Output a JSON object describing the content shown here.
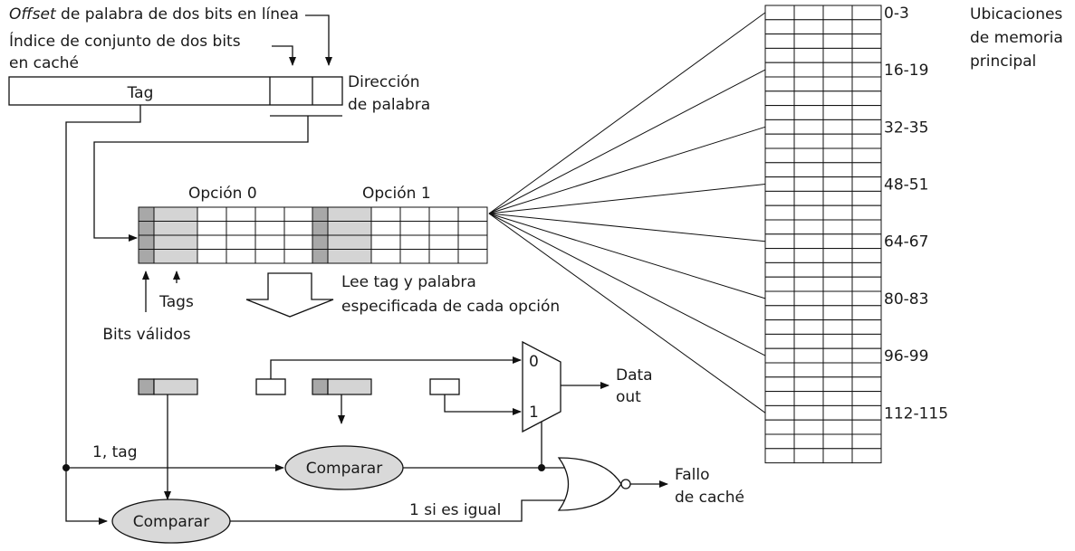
{
  "labels": {
    "offset_italic": "Offset",
    "offset_rest": " de palabra de dos bits en línea",
    "index_line1": "Índice de conjunto de dos bits",
    "index_line2": "en caché",
    "tag": "Tag",
    "address_line1": "Dirección",
    "address_line2": "de palabra",
    "option0": "Opción 0",
    "option1": "Opción 1",
    "read_line1": "Lee tag y palabra",
    "read_line2": "especificada de cada opción",
    "tags": "Tags",
    "valid_bits": "Bits válidos",
    "one_tag": "1, tag",
    "compare_top": "Comparar",
    "compare_bottom": "Comparar",
    "equal": "1 si es igual",
    "mux0": "0",
    "mux1": "1",
    "data_out_line1": "Data",
    "data_out_line2": "out",
    "miss_line1": "Fallo",
    "miss_line2": "de caché",
    "memory_title_line1": "Ubicaciones",
    "memory_title_line2": "de memoria",
    "memory_title_line3": "principal"
  },
  "memory_addresses": [
    "0-3",
    "16-19",
    "32-35",
    "48-51",
    "64-67",
    "80-83",
    "96-99",
    "112-115"
  ],
  "memory": {
    "rows": 32,
    "columns": 4
  },
  "cache": {
    "sets": 4,
    "options": 2,
    "words_per_line": 4
  }
}
